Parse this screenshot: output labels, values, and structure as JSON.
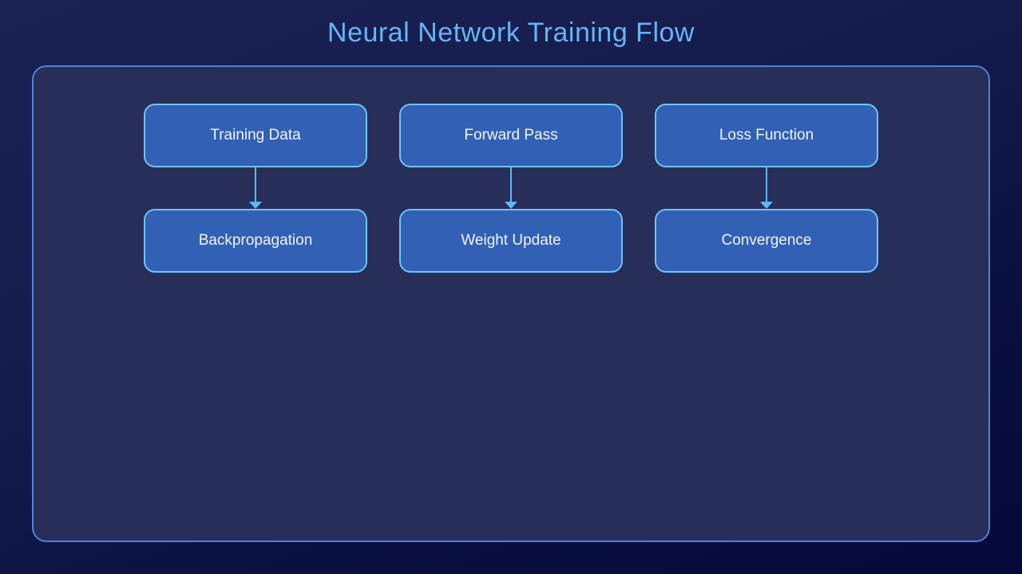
{
  "title": "Neural Network Training Flow",
  "diagram": {
    "nodes": [
      {
        "id": "training-data",
        "label": "Training Data",
        "row": 1,
        "col": 1
      },
      {
        "id": "forward-pass",
        "label": "Forward Pass",
        "row": 1,
        "col": 2
      },
      {
        "id": "loss-function",
        "label": "Loss Function",
        "row": 1,
        "col": 3
      },
      {
        "id": "backpropagation",
        "label": "Backpropagation",
        "row": 2,
        "col": 1
      },
      {
        "id": "weight-update",
        "label": "Weight Update",
        "row": 2,
        "col": 2
      },
      {
        "id": "convergence",
        "label": "Convergence",
        "row": 2,
        "col": 3
      }
    ],
    "edges": [
      {
        "from": "Training Data",
        "to": "Backpropagation"
      },
      {
        "from": "Forward Pass",
        "to": "Weight Update"
      },
      {
        "from": "Loss Function",
        "to": "Convergence"
      }
    ]
  },
  "colors": {
    "background_top": "#1c2254",
    "background_bottom": "#05093a",
    "panel_fill": "#272e58",
    "panel_border": "#4d82dd",
    "node_fill": "#3160b5",
    "node_border": "#6ec4f9",
    "node_text": "#f2f4f8",
    "arrow": "#5cb8f4",
    "title_text": "#64b5f6"
  }
}
